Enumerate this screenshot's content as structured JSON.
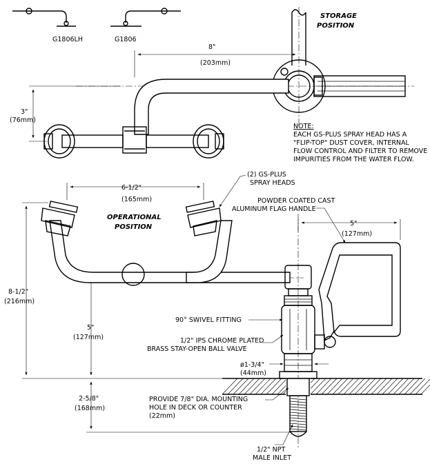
{
  "models": {
    "left_model": "G1806LH",
    "right_model": "G1806"
  },
  "storage": {
    "line1": "STORAGE",
    "line2": "POSITION"
  },
  "operational": {
    "line1": "OPERATIONAL",
    "line2": "POSITION"
  },
  "dimensions": {
    "d8_in": "8\"",
    "d8_mm": "(203mm)",
    "d3_in": "3\"",
    "d3_mm": "(76mm)",
    "d6_5_in": "6-1/2\"",
    "d6_5_mm": "(165mm)",
    "d8_5_in": "8-1/2\"",
    "d8_5_mm": "(216mm)",
    "d5_in": "5\"",
    "d5_mm": "(127mm)",
    "d5b_in": "5\"",
    "d5b_mm": "(127mm)",
    "d2_58_in": "2-5/8\"",
    "d2_58_mm": "(168mm)",
    "dia_in": "ø1-3/4\"",
    "dia_mm": "(44mm)"
  },
  "note": {
    "title": "NOTE:",
    "lines": [
      "EACH GS-PLUS SPRAY HEAD HAS A",
      "\"FLIP-TOP\" DUST COVER, INTERNAL",
      "FLOW CONTROL AND FILTER TO REMOVE",
      "IMPURITIES FROM THE WATER FLOW."
    ]
  },
  "callouts": {
    "spray_heads_1": "(2) GS-PLUS",
    "spray_heads_2": "SPRAY HEADS",
    "handle_1": "POWDER COATED CAST",
    "handle_2": "ALUMINUM FLAG HANDLE",
    "swivel": "90° SWIVEL FITTING",
    "valve_1": "1/2\" IPS CHROME PLATED",
    "valve_2": "BRASS STAY-OPEN BALL VALVE",
    "mount_1": "PROVIDE 7/8\" DIA. MOUNTING",
    "mount_2": "HOLE IN DECK OR COUNTER",
    "mount_3": "(22mm)",
    "inlet_1": "1/2\" NPT",
    "inlet_2": "MALE INLET"
  }
}
